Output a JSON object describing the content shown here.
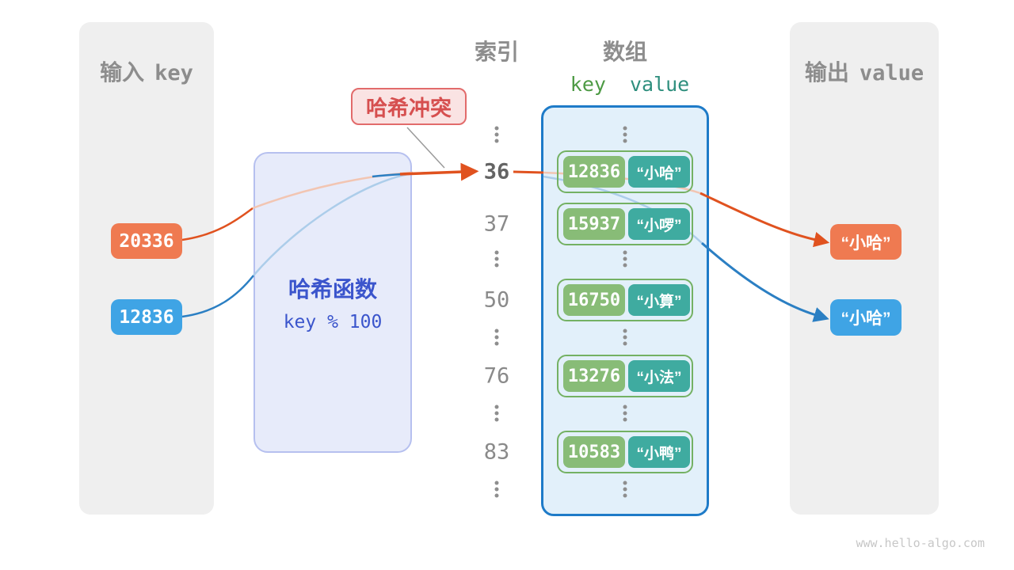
{
  "input_panel": {
    "title_zh": "输入",
    "title_en": "key",
    "items": [
      {
        "value": "20336",
        "color": "orange"
      },
      {
        "value": "12836",
        "color": "blue"
      }
    ]
  },
  "hash_box": {
    "title": "哈希函数",
    "formula": "key % 100"
  },
  "collision_label": {
    "text": "哈希冲突"
  },
  "index_column": {
    "title": "索引",
    "values": [
      "36",
      "37",
      "50",
      "76",
      "83"
    ],
    "highlighted": "36"
  },
  "array": {
    "title": "数组",
    "key_header": "key",
    "value_header": "value",
    "rows": [
      {
        "key": "12836",
        "value": "“小哈”"
      },
      {
        "key": "15937",
        "value": "“小啰”"
      },
      {
        "key": "16750",
        "value": "“小算”"
      },
      {
        "key": "13276",
        "value": "“小法”"
      },
      {
        "key": "10583",
        "value": "“小鸭”"
      }
    ]
  },
  "output_panel": {
    "title_zh": "输出",
    "title_en": "value",
    "items": [
      {
        "value": "“小哈”",
        "color": "orange"
      },
      {
        "value": "“小哈”",
        "color": "blue"
      }
    ]
  },
  "watermark": "www.hello-algo.com",
  "colors": {
    "orange": "#ef7a51",
    "blue": "#3fa4e5",
    "key_green": "#88bc77",
    "value_teal": "#3faba0",
    "collision_red": "#d64f4f",
    "array_border": "#1e7bc8",
    "hash_blue": "#3b55cc",
    "panel_gray": "#efefef"
  }
}
